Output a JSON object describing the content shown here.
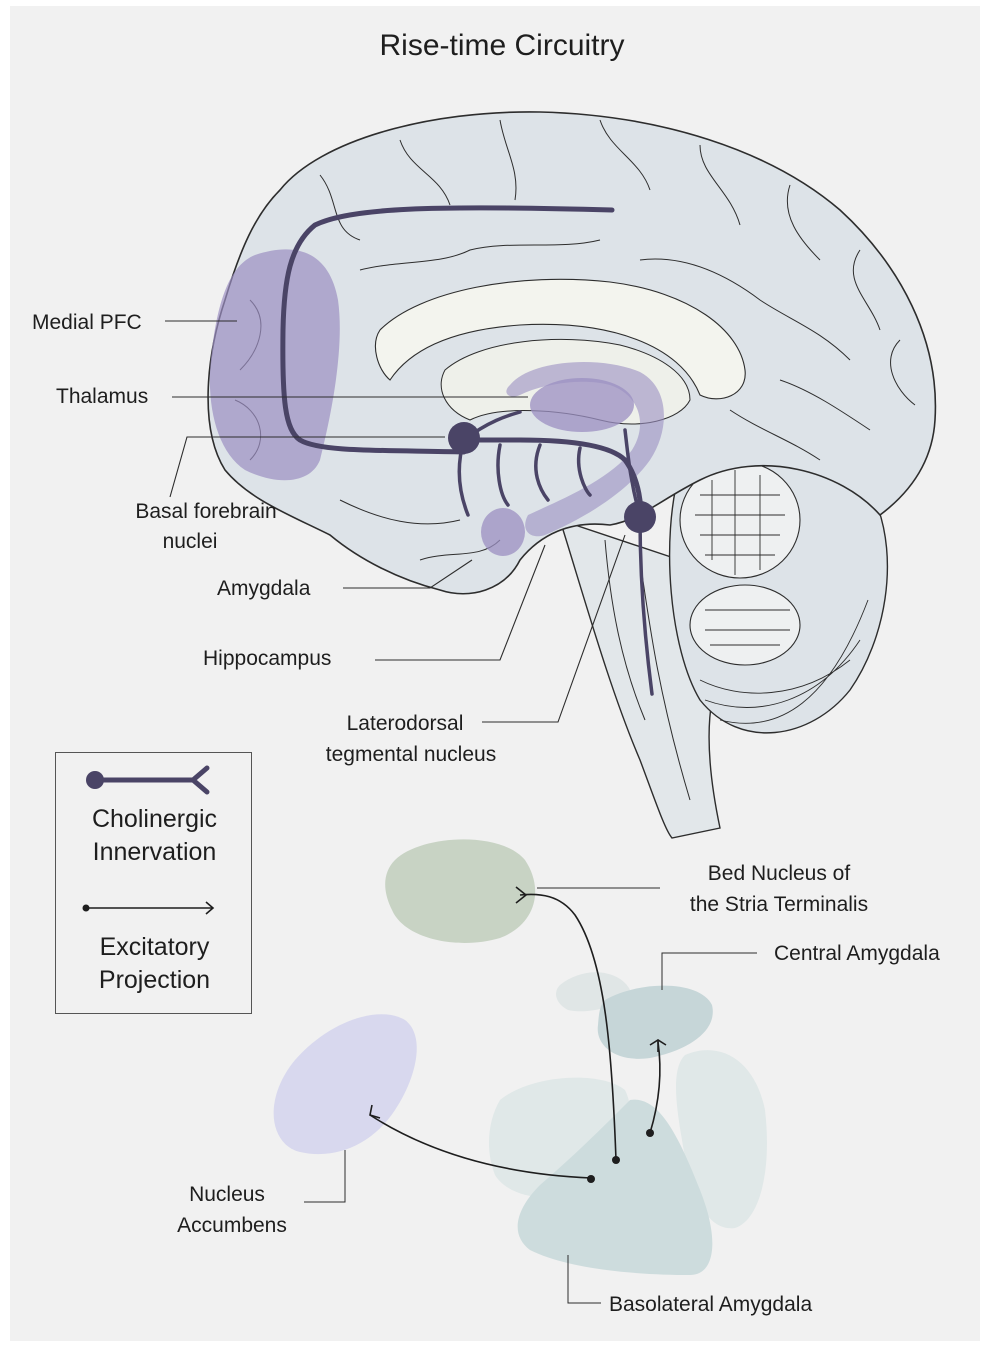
{
  "title": "Rise-time Circuitry",
  "brain_labels": {
    "medial_pfc": "Medial PFC",
    "thalamus": "Thalamus",
    "basal_forebrain_line1": "Basal forebrain",
    "basal_forebrain_line2": "nuclei",
    "amygdala": "Amygdala",
    "hippocampus": "Hippocampus",
    "ldt_line1": "Laterodorsal",
    "ldt_line2": "tegmental nucleus"
  },
  "legend": {
    "cholinergic": "Cholinergic\nInnervation",
    "excitatory": "Excitatory\nProjection"
  },
  "circuit_labels": {
    "bnst_line1": "Bed Nucleus of",
    "bnst_line2": "the Stria Terminalis",
    "central_amygdala": "Central Amygdala",
    "nucleus_accumbens_line1": "Nucleus",
    "nucleus_accumbens_line2": "Accumbens",
    "basolateral_amygdala": "Basolateral Amygdala"
  },
  "colors": {
    "background": "#f1f1f1",
    "brain_fill": "#dde3e8",
    "brain_outline": "#2d2d2d",
    "highlight_purple": "#9b8fc2",
    "cholinergic_path": "#4a4466",
    "bnst": "#c8d3c4",
    "central_amygdala": "#c6d6d8",
    "basolateral_amygdala": "#cddcdd",
    "nucleus_accumbens": "#d8d8ee"
  }
}
